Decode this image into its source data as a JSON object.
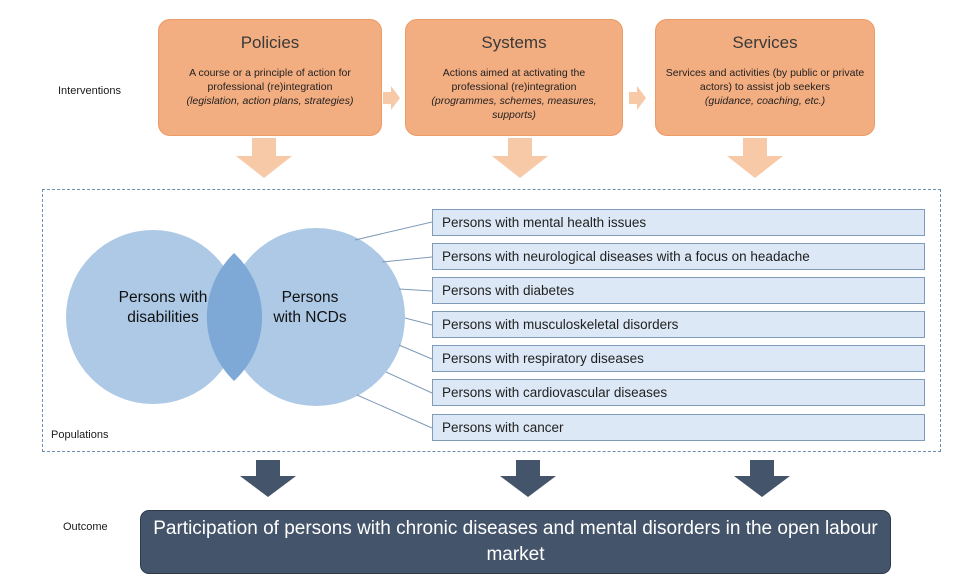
{
  "labels": {
    "interventions": "Interventions",
    "populations": "Populations",
    "outcome": "Outcome"
  },
  "interventions": [
    {
      "title": "Policies",
      "description": "A course or a principle of action for professional (re)integration",
      "examples": "(legislation, action plans, strategies)"
    },
    {
      "title": "Systems",
      "description": "Actions aimed at activating the professional (re)integration",
      "examples": "(programmes, schemes, measures, supports)"
    },
    {
      "title": "Services",
      "description": "Services and activities (by public or private actors) to assist job seekers",
      "examples": "(guidance, coaching, etc.)"
    }
  ],
  "circles": {
    "left": "Persons with disabilities",
    "right": "Persons with NCDs"
  },
  "populations": [
    "Persons with mental health issues",
    "Persons with neurological diseases with a focus on headache",
    "Persons with diabetes",
    "Persons with musculoskeletal disorders",
    "Persons with respiratory diseases",
    "Persons with cardiovascular diseases",
    "Persons with cancer"
  ],
  "outcome_text": "Participation of persons with chronic diseases and mental disorders in the open labour market",
  "colors": {
    "intervention_fill": "#f2ad80",
    "intervention_arrow": "#f8c9a6",
    "circle_fill": "#adc9e6",
    "circle_overlap": "#7ea9d6",
    "population_fill": "#dce8f5",
    "outcome_fill": "#44546a",
    "outcome_arrow": "#44546a"
  }
}
